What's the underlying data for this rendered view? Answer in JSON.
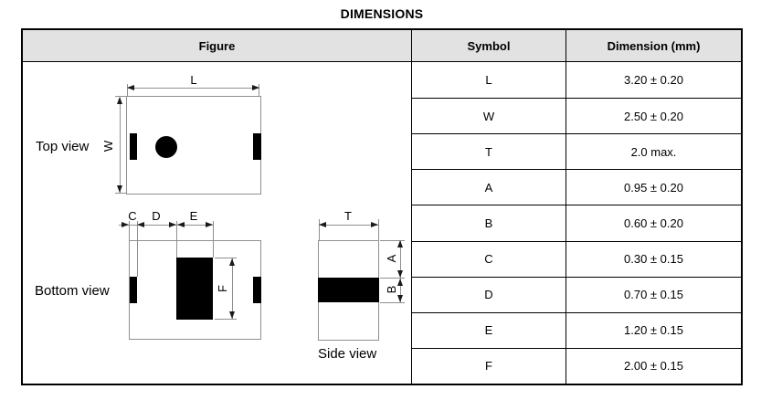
{
  "title": "DIMENSIONS",
  "table": {
    "headers": {
      "figure": "Figure",
      "symbol": "Symbol",
      "dimension": "Dimension (mm)"
    },
    "rows": [
      {
        "symbol": "L",
        "dimension": "3.20 ± 0.20"
      },
      {
        "symbol": "W",
        "dimension": "2.50 ± 0.20"
      },
      {
        "symbol": "T",
        "dimension": "2.0 max."
      },
      {
        "symbol": "A",
        "dimension": "0.95 ± 0.20"
      },
      {
        "symbol": "B",
        "dimension": "0.60 ± 0.20"
      },
      {
        "symbol": "C",
        "dimension": "0.30 ± 0.15"
      },
      {
        "symbol": "D",
        "dimension": "0.70 ± 0.15"
      },
      {
        "symbol": "E",
        "dimension": "1.20 ± 0.15"
      },
      {
        "symbol": "F",
        "dimension": "2.00 ± 0.15"
      }
    ]
  },
  "figure": {
    "top_view": {
      "label": "Top view",
      "dim_l": "L",
      "dim_w": "W"
    },
    "bottom_view": {
      "label": "Bottom view",
      "dim_c": "C",
      "dim_d": "D",
      "dim_e": "E",
      "dim_f": "F"
    },
    "side_view": {
      "label": "Side view",
      "dim_t": "T",
      "dim_a": "A",
      "dim_b": "B"
    }
  },
  "colors": {
    "header_bg": "#e2e2e2",
    "border": "#000000",
    "drawing_line": "#909090",
    "pad_fill": "#000000"
  }
}
